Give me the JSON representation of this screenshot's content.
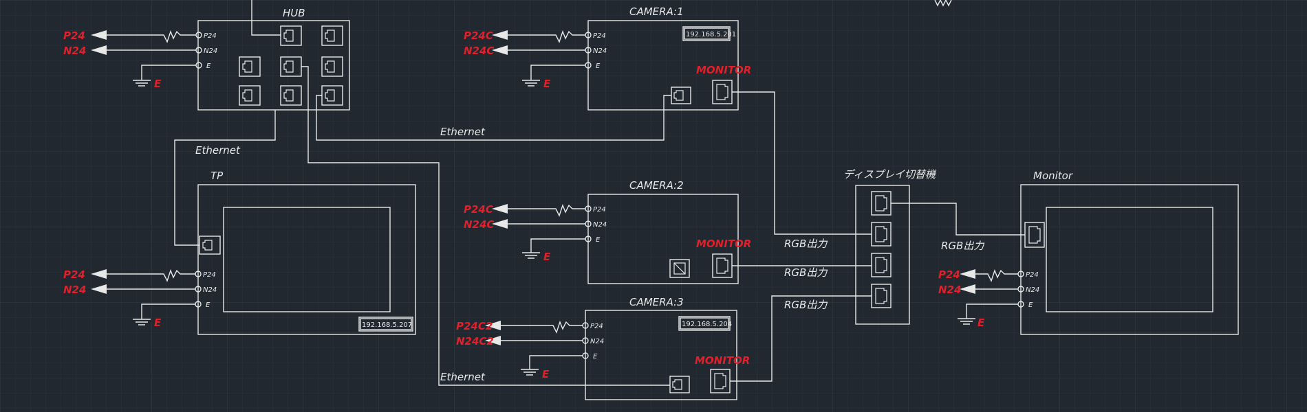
{
  "background_color": "#212830",
  "line_color": "#e8e8e8",
  "accent_red": "#e0202a",
  "hub": {
    "title": "HUB",
    "pins": {
      "p24": "P24",
      "n24": "N24",
      "e": "E"
    },
    "power": {
      "p_label": "P24",
      "n_label": "N24",
      "ground": "E"
    }
  },
  "camera1": {
    "title": "CAMERA:1",
    "ip": "192.168.5.201",
    "monitor_label": "MONITOR",
    "pins": {
      "p24": "P24",
      "n24": "N24",
      "e": "E"
    },
    "power": {
      "p_label": "P24C",
      "n_label": "N24C",
      "ground": "E"
    }
  },
  "camera2": {
    "title": "CAMERA:2",
    "monitor_label": "MONITOR",
    "pins": {
      "p24": "P24",
      "n24": "N24",
      "e": "E"
    },
    "power": {
      "p_label": "P24C",
      "n_label": "N24C",
      "ground": "E"
    }
  },
  "camera3": {
    "title": "CAMERA:3",
    "ip": "192.168.5.204",
    "monitor_label": "MONITOR",
    "pins": {
      "p24": "P24",
      "n24": "N24",
      "e": "E"
    },
    "power": {
      "p_label": "P24C2",
      "n_label": "N24C2",
      "ground": "E"
    }
  },
  "tp": {
    "title": "TP",
    "ip": "192.168.5.207",
    "pins": {
      "p24": "P24",
      "n24": "N24",
      "e": "E"
    },
    "power": {
      "p_label": "P24",
      "n_label": "N24",
      "ground": "E"
    }
  },
  "switcher": {
    "title": "ディスプレイ切替機"
  },
  "monitor": {
    "title": "Monitor",
    "pins": {
      "p24": "P24",
      "n24": "N24",
      "e": "E"
    },
    "power": {
      "p_label": "P24",
      "n_label": "N24",
      "ground": "E"
    }
  },
  "wire_labels": {
    "ethernet_hub_tp": "Ethernet",
    "ethernet_hub_cam1": "Ethernet",
    "ethernet_hub_cam3": "Ethernet",
    "rgb_cam1": "RGB出力",
    "rgb_cam2": "RGB出力",
    "rgb_cam3": "RGB出力",
    "rgb_monitor": "RGB出力"
  }
}
